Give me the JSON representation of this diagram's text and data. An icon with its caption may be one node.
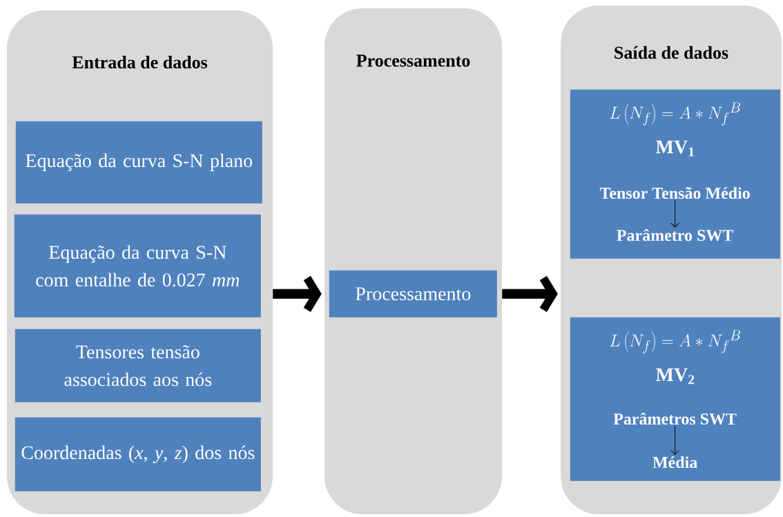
{
  "diagram": {
    "nodes": [
      {
        "text": [
          "Entrada de dados"
        ]
      },
      {
        "text": [
          "Equação da curva S-N plano"
        ],
        "in": 0
      },
      {
        "text": [
          "Equação da curva S-N com entalhe de 0.027 *mm*"
        ],
        "in": 0
      },
      {
        "text": [
          "Tensores tensão associados aos nós"
        ],
        "in": 0
      },
      {
        "text": [
          "Coordenadas (*x*, *y*, *z*) dos nós"
        ],
        "in": 0
      },
      {
        "text": [
          "Processamento"
        ]
      },
      {
        "text": [
          "Processamento"
        ],
        "in": 5
      },
      {
        "text": [
          "Saída de dados"
        ]
      },
      {
        "text": [
          "L\\left(N_f\\right) = A \\ast {N_f}^B",
          "MV$_{1}$"
        ],
        "in": 7
      },
      {
        "text": [
          "Tensor Tensão Médio"
        ],
        "in": 8
      },
      {
        "text": [
          "Parâmetro SWT"
        ],
        "in": 8
      },
      {
        "text": [
          "L\\left(N_f\\right) = A \\ast {N_f}^B",
          "MV$_{2}$"
        ],
        "in": 7
      },
      {
        "text": [
          "Parâmetros SWT"
        ],
        "in": 11
      },
      {
        "text": [
          "Média"
        ],
        "in": 11
      }
    ],
    "edges": [
      {
        "from": 0,
        "to": 5,
        "arrow": "to",
        "style": "thick"
      },
      {
        "from": 5,
        "to": 7,
        "arrow": "to",
        "style": "thick"
      },
      {
        "from": 9,
        "to": 10,
        "arrow": "to"
      },
      {
        "from": 12,
        "to": 13,
        "arrow": "to"
      }
    ]
  }
}
